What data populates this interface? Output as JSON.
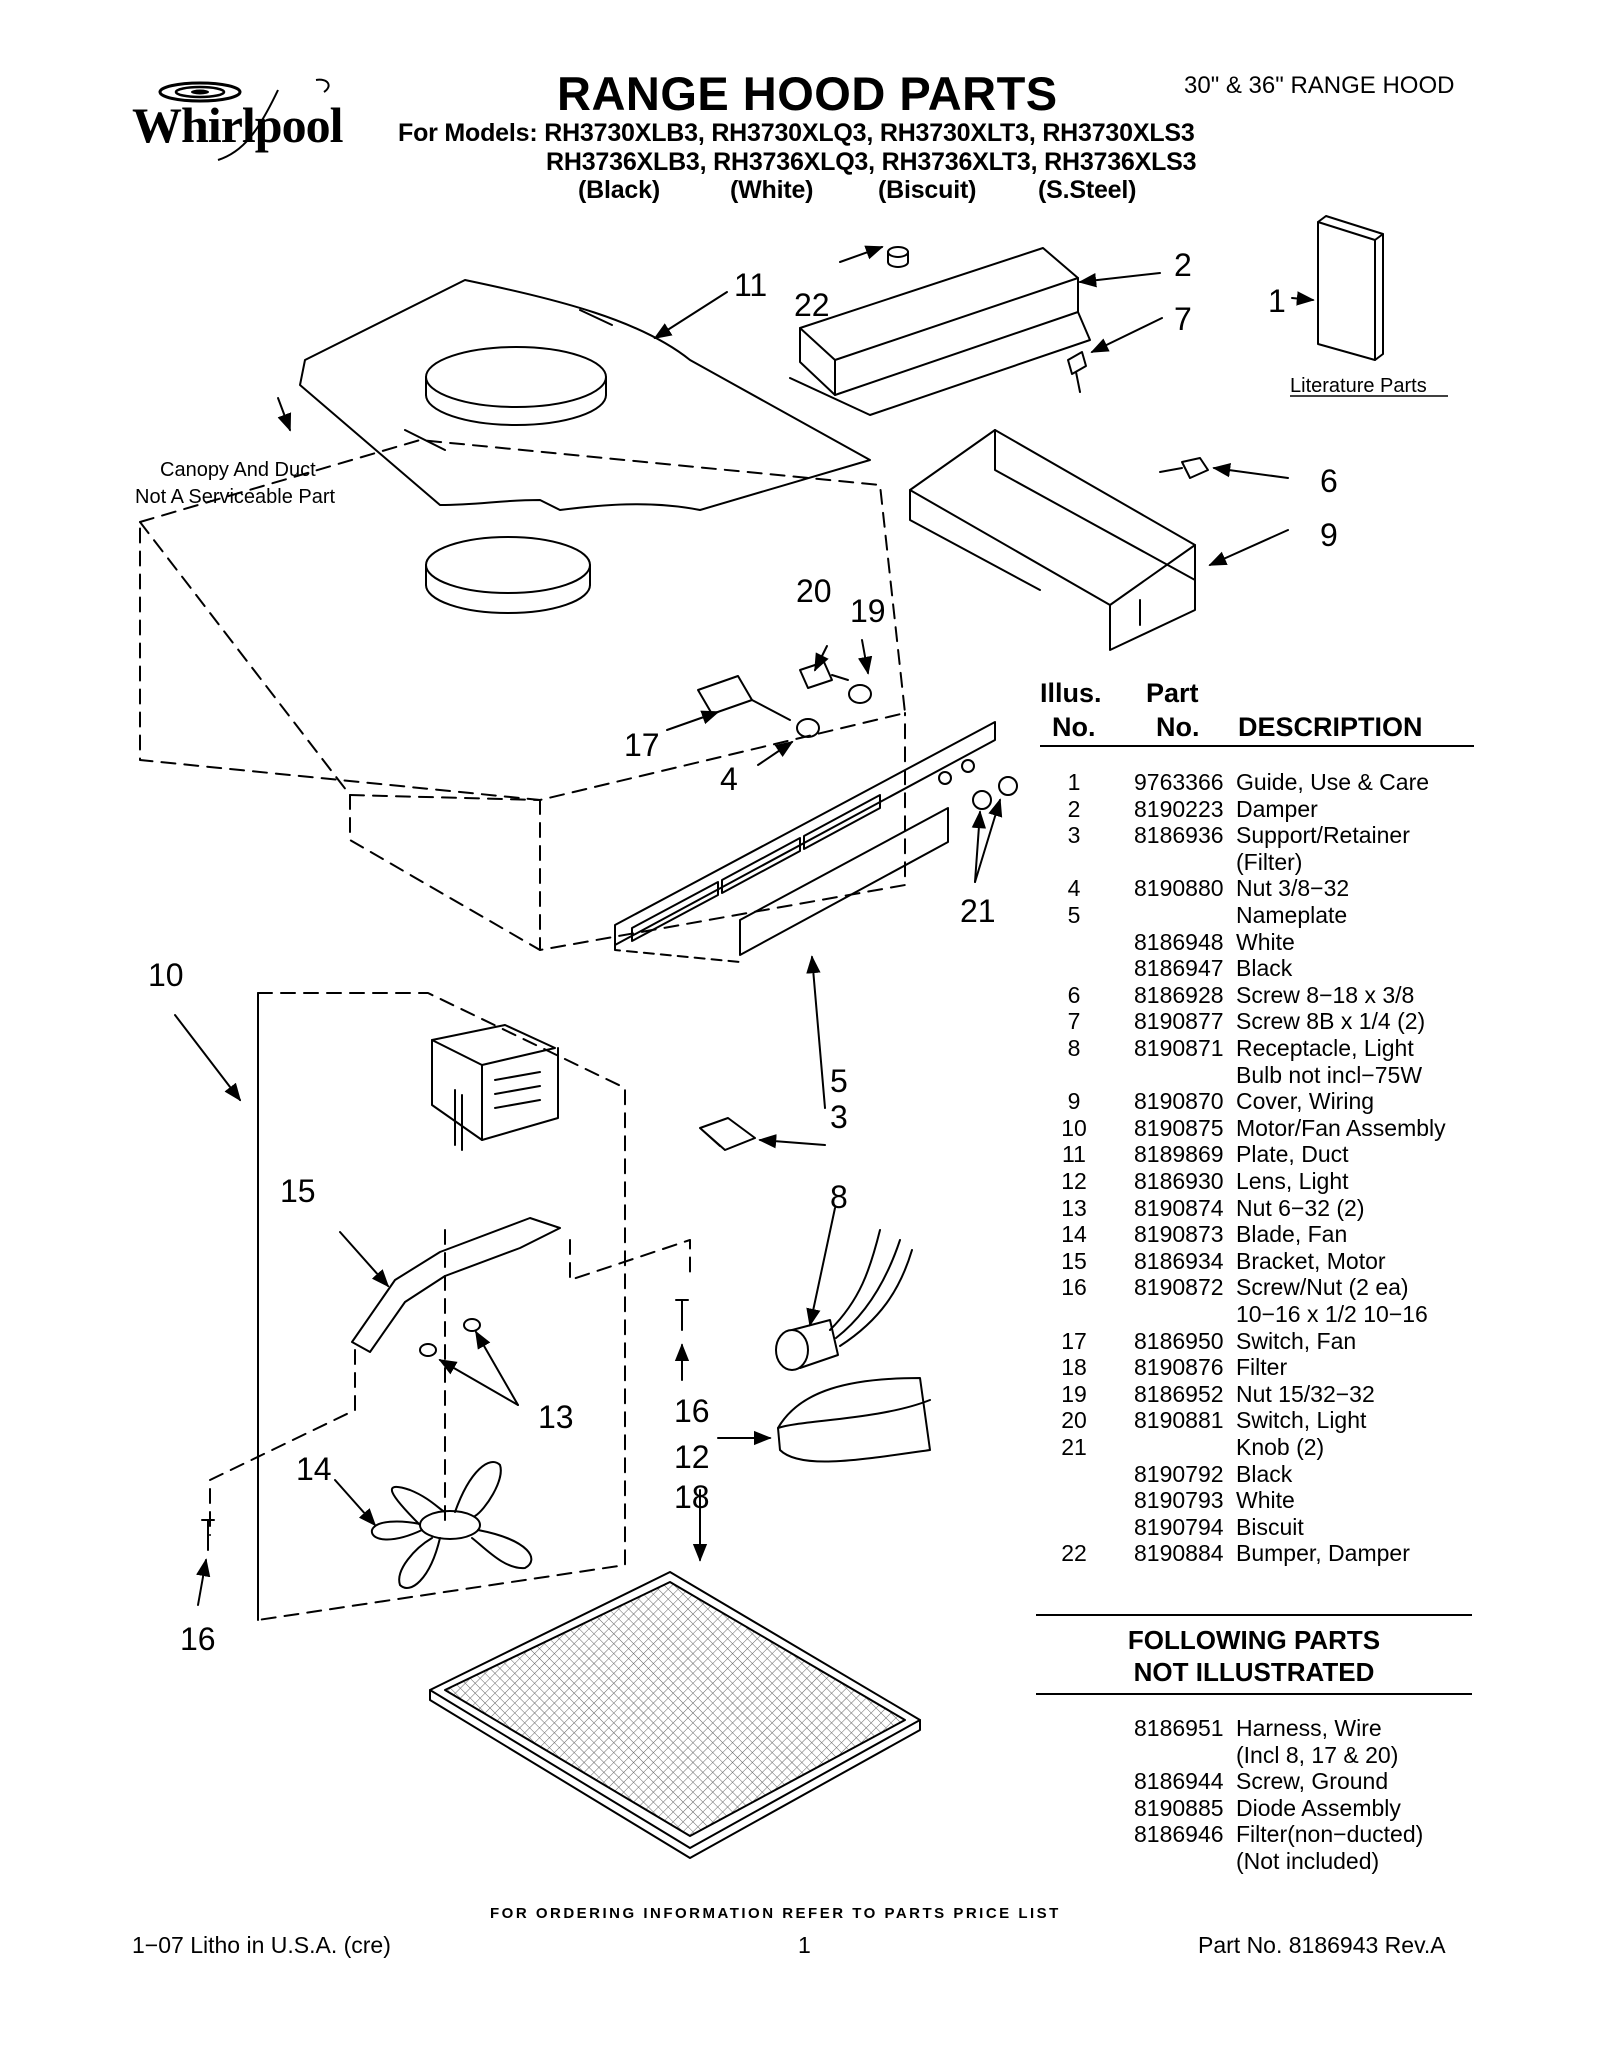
{
  "brand": {
    "logo_text": "Whirlpool"
  },
  "header": {
    "title": "RANGE HOOD PARTS",
    "subtitle": "30\" & 36\" RANGE HOOD",
    "models_line1": "For Models: RH3730XLB3, RH3730XLQ3, RH3730XLT3, RH3730XLS3",
    "models_line2": "RH3736XLB3, RH3736XLQ3, RH3736XLT3, RH3736XLS3",
    "colors": [
      "(Black)",
      "(White)",
      "(Biscuit)",
      "(S.Steel)"
    ]
  },
  "diagram": {
    "callouts": {
      "c1": "1",
      "c2": "2",
      "c3": "3",
      "c4": "4",
      "c5": "5",
      "c6": "6",
      "c7": "7",
      "c8": "8",
      "c9": "9",
      "c10": "10",
      "c11": "11",
      "c12": "12",
      "c13": "13",
      "c14": "14",
      "c15": "15",
      "c16a": "16",
      "c16b": "16",
      "c17": "17",
      "c18": "18",
      "c19": "19",
      "c20": "20",
      "c21": "21",
      "c22": "22"
    },
    "literature_label": "Literature Parts",
    "canopy_note_line1": "Canopy And Duct",
    "canopy_note_line2": "Not A Serviceable Part"
  },
  "parts_table": {
    "header_illus_1": "Illus.",
    "header_illus_2": "No.",
    "header_part_1": "Part",
    "header_part_2": "No.",
    "header_desc": "DESCRIPTION",
    "rows": [
      {
        "illus": "1",
        "part": "9763366",
        "desc": "Guide, Use & Care"
      },
      {
        "illus": "2",
        "part": "8190223",
        "desc": "Damper"
      },
      {
        "illus": "3",
        "part": "8186936",
        "desc": "Support/Retainer"
      },
      {
        "illus": "",
        "part": "",
        "desc": "(Filter)"
      },
      {
        "illus": "4",
        "part": "8190880",
        "desc": "Nut 3/8−32"
      },
      {
        "illus": "5",
        "part": "",
        "desc": "Nameplate"
      },
      {
        "illus": "",
        "part": "8186948",
        "desc": "White"
      },
      {
        "illus": "",
        "part": "8186947",
        "desc": "Black"
      },
      {
        "illus": "6",
        "part": "8186928",
        "desc": "Screw 8−18 x 3/8"
      },
      {
        "illus": "7",
        "part": "8190877",
        "desc": "Screw 8B x 1/4 (2)"
      },
      {
        "illus": "8",
        "part": "8190871",
        "desc": "Receptacle, Light"
      },
      {
        "illus": "",
        "part": "",
        "desc": "Bulb not incl−75W"
      },
      {
        "illus": "9",
        "part": "8190870",
        "desc": "Cover, Wiring"
      },
      {
        "illus": "10",
        "part": "8190875",
        "desc": "Motor/Fan Assembly"
      },
      {
        "illus": "11",
        "part": "8189869",
        "desc": "Plate, Duct"
      },
      {
        "illus": "12",
        "part": "8186930",
        "desc": "Lens, Light"
      },
      {
        "illus": "13",
        "part": "8190874",
        "desc": "Nut 6−32 (2)"
      },
      {
        "illus": "14",
        "part": "8190873",
        "desc": "Blade, Fan"
      },
      {
        "illus": "15",
        "part": "8186934",
        "desc": "Bracket, Motor"
      },
      {
        "illus": "16",
        "part": "8190872",
        "desc": "Screw/Nut (2 ea)"
      },
      {
        "illus": "",
        "part": "",
        "desc": "10−16 x 1/2 10−16"
      },
      {
        "illus": "17",
        "part": "8186950",
        "desc": "Switch, Fan"
      },
      {
        "illus": "18",
        "part": "8190876",
        "desc": "Filter"
      },
      {
        "illus": "19",
        "part": "8186952",
        "desc": "Nut 15/32−32"
      },
      {
        "illus": "20",
        "part": "8190881",
        "desc": "Switch, Light"
      },
      {
        "illus": "21",
        "part": "",
        "desc": "Knob (2)"
      },
      {
        "illus": "",
        "part": "8190792",
        "desc": "Black"
      },
      {
        "illus": "",
        "part": "8190793",
        "desc": "White"
      },
      {
        "illus": "",
        "part": "8190794",
        "desc": "Biscuit"
      },
      {
        "illus": "22",
        "part": "8190884",
        "desc": "Bumper, Damper"
      }
    ],
    "not_illustrated_line1": "FOLLOWING PARTS",
    "not_illustrated_line2": "NOT ILLUSTRATED",
    "not_illustrated_rows": [
      {
        "part": "8186951",
        "desc": "Harness, Wire"
      },
      {
        "part": "",
        "desc": "(Incl 8, 17 & 20)"
      },
      {
        "part": "8186944",
        "desc": "Screw, Ground"
      },
      {
        "part": "8190885",
        "desc": "Diode Assembly"
      },
      {
        "part": "8186946",
        "desc": "Filter(non−ducted)"
      },
      {
        "part": "",
        "desc": "(Not included)"
      }
    ]
  },
  "footer": {
    "ordering_note": "FOR ORDERING INFORMATION REFER TO PARTS PRICE LIST",
    "litho": "1−07 Litho in U.S.A. (cre)",
    "page_number": "1",
    "part_no": "Part No. 8186943 Rev.A"
  }
}
